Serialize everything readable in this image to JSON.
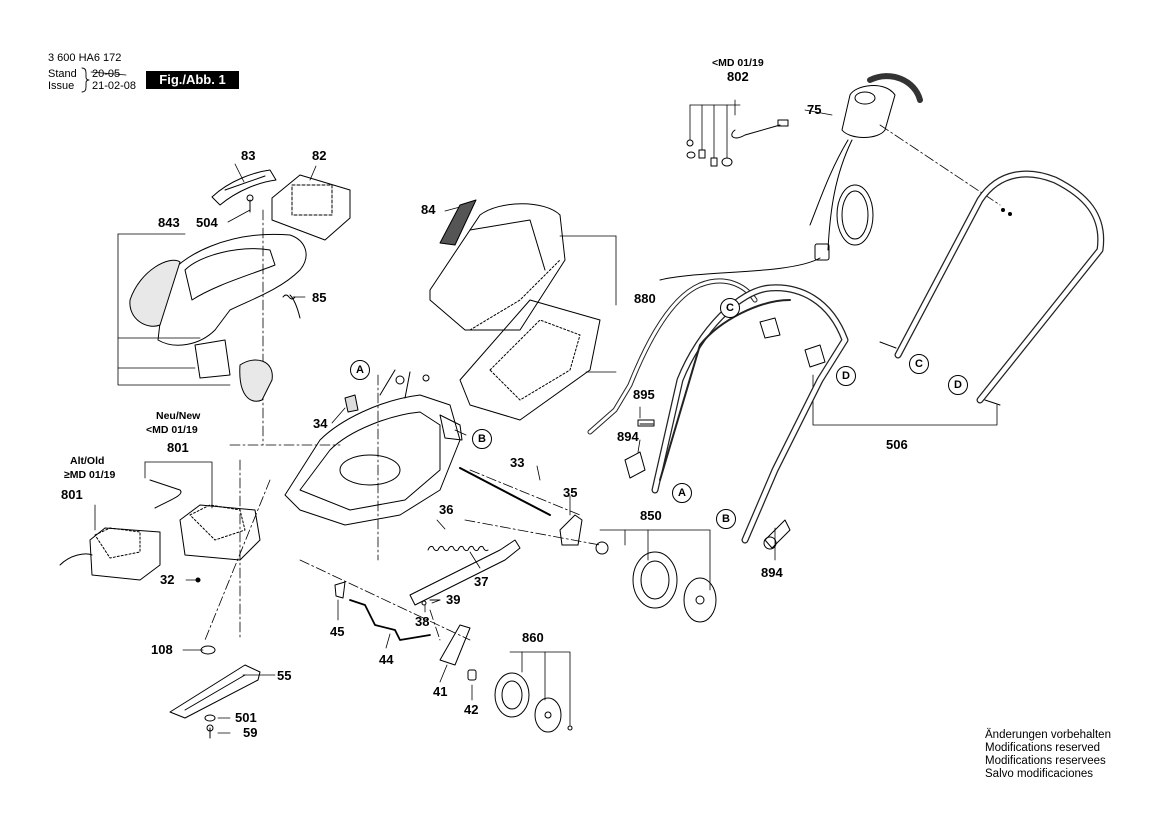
{
  "header": {
    "doc_number": "3 600 HA6 172",
    "stand_label": "Stand",
    "issue_label": "Issue",
    "old_date": "20-05",
    "date": "21-02-08",
    "figure_label": "Fig./Abb. 1"
  },
  "parts": {
    "p802": "802",
    "p75": "75",
    "p83": "83",
    "p82": "82",
    "p504": "504",
    "p843": "843",
    "p85": "85",
    "p84": "84",
    "p880": "880",
    "p895": "895",
    "p894a": "894",
    "p894b": "894",
    "p506": "506",
    "p34": "34",
    "p801a": "801",
    "p801b": "801",
    "p33": "33",
    "p35": "35",
    "p36": "36",
    "p850": "850",
    "p32": "32",
    "p37": "37",
    "p39": "39",
    "p38": "38",
    "p45": "45",
    "p860": "860",
    "p108": "108",
    "p44": "44",
    "p55": "55",
    "p41": "41",
    "p42": "42",
    "p501": "501",
    "p59": "59"
  },
  "markers": {
    "A": "A",
    "B": "B",
    "C": "C",
    "D": "D"
  },
  "notes": {
    "md_802": "<MD 01/19",
    "new_line1": "Neu/New",
    "new_line2": "<MD 01/19",
    "old_line1": "Alt/Old",
    "old_line2": "≥MD 01/19"
  },
  "disclaimer": [
    "Änderungen vorbehalten",
    "Modifications reserved",
    "Modifications reservees",
    "Salvo modificaciones"
  ]
}
